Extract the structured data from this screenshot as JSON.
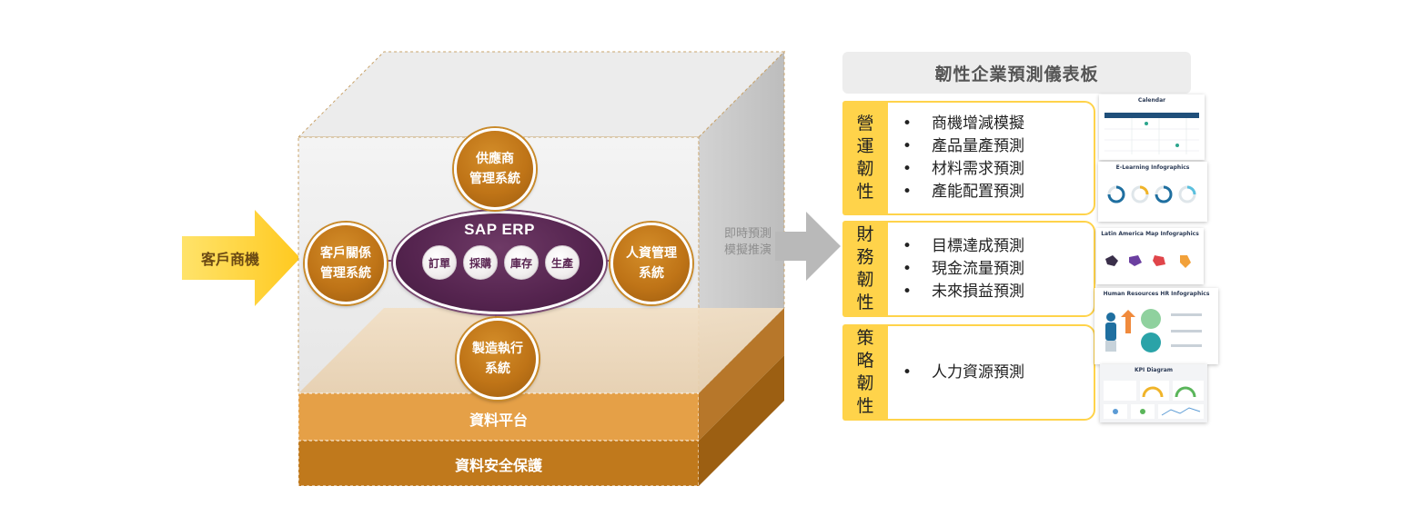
{
  "input": {
    "label": "客戶商機"
  },
  "erp": {
    "title": "SAP ERP",
    "modules": [
      "訂單",
      "採購",
      "庫存",
      "生產"
    ]
  },
  "systems": {
    "supplier": [
      "供應商",
      "管理系統"
    ],
    "crm": [
      "客戶關係",
      "管理系統"
    ],
    "hr": [
      "人資管理",
      "系統"
    ],
    "mes": [
      "製造執行",
      "系統"
    ]
  },
  "layers": {
    "platform": "資料平台",
    "security": "資料安全保護"
  },
  "flow": {
    "label": [
      "即時預測",
      "模擬推演"
    ]
  },
  "dashboard": {
    "title": "韌性企業預測儀表板",
    "sections": [
      {
        "label": [
          "營",
          "運",
          "韌",
          "性"
        ],
        "items": [
          "商機增減模擬",
          "產品量產預測",
          "材料需求預測",
          "產能配置預測"
        ]
      },
      {
        "label": [
          "財",
          "務",
          "韌",
          "性"
        ],
        "items": [
          "目標達成預測",
          "現金流量預測",
          "未來損益預測"
        ]
      },
      {
        "label": [
          "策",
          "略",
          "韌",
          "性"
        ],
        "items": [
          "人力資源預測"
        ]
      }
    ],
    "bullet_char": "•",
    "thumbnails": {
      "calendar": "Calendar",
      "elearning": "E-Learning Infographics",
      "latam": "Latin America Map Infographics",
      "hr": "Human Resources HR Infographics",
      "kpi": "KPI Diagram"
    }
  },
  "colors": {
    "arrow_yellow": "#ffd93b",
    "node_orange": "#bf7417",
    "erp_purple": "#55244f",
    "platform": "#e5a047",
    "security": "#c0791c",
    "section_yellow": "#ffd34a"
  }
}
